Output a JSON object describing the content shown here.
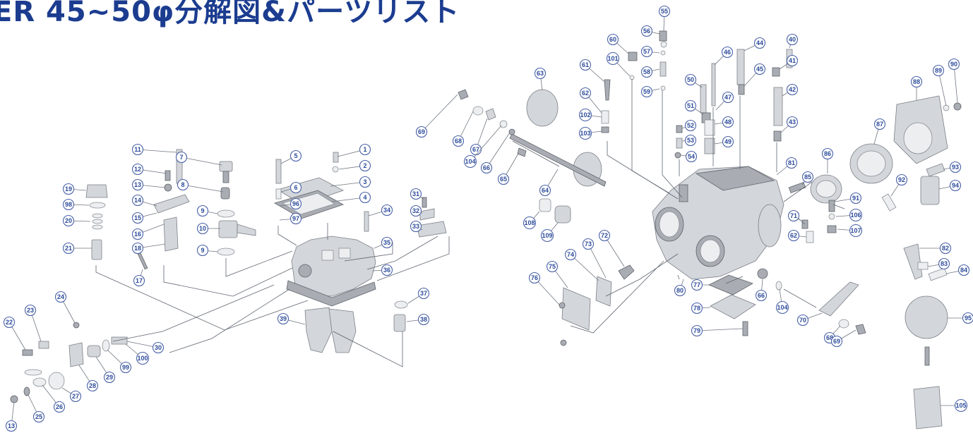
{
  "title": "ER 45~50φ分解図&パーツリスト",
  "callouts": [
    {
      "id": "c1",
      "label": "1"
    },
    {
      "id": "c2",
      "label": "2"
    },
    {
      "id": "c3",
      "label": "3"
    },
    {
      "id": "c4",
      "label": "4"
    },
    {
      "id": "c5",
      "label": "5"
    },
    {
      "id": "c6",
      "label": "6"
    },
    {
      "id": "c7",
      "label": "7"
    },
    {
      "id": "c8",
      "label": "8"
    },
    {
      "id": "c9a",
      "label": "9"
    },
    {
      "id": "c9b",
      "label": "9"
    },
    {
      "id": "c10",
      "label": "10"
    },
    {
      "id": "c11",
      "label": "11"
    },
    {
      "id": "c12",
      "label": "12"
    },
    {
      "id": "c13a",
      "label": "13"
    },
    {
      "id": "c13b",
      "label": "13"
    },
    {
      "id": "c14",
      "label": "14"
    },
    {
      "id": "c15",
      "label": "15"
    },
    {
      "id": "c16",
      "label": "16"
    },
    {
      "id": "c17",
      "label": "17"
    },
    {
      "id": "c18",
      "label": "18"
    },
    {
      "id": "c19",
      "label": "19"
    },
    {
      "id": "c20",
      "label": "20"
    },
    {
      "id": "c21",
      "label": "21"
    },
    {
      "id": "c22",
      "label": "22"
    },
    {
      "id": "c23",
      "label": "23"
    },
    {
      "id": "c24",
      "label": "24"
    },
    {
      "id": "c25",
      "label": "25"
    },
    {
      "id": "c26",
      "label": "26"
    },
    {
      "id": "c27",
      "label": "27"
    },
    {
      "id": "c28",
      "label": "28"
    },
    {
      "id": "c29",
      "label": "29"
    },
    {
      "id": "c30",
      "label": "30"
    },
    {
      "id": "c31",
      "label": "31"
    },
    {
      "id": "c32",
      "label": "32"
    },
    {
      "id": "c33",
      "label": "33"
    },
    {
      "id": "c34",
      "label": "34"
    },
    {
      "id": "c35",
      "label": "35"
    },
    {
      "id": "c36",
      "label": "36"
    },
    {
      "id": "c37",
      "label": "37"
    },
    {
      "id": "c38",
      "label": "38"
    },
    {
      "id": "c39",
      "label": "39"
    },
    {
      "id": "c40",
      "label": "40"
    },
    {
      "id": "c41",
      "label": "41"
    },
    {
      "id": "c42",
      "label": "42"
    },
    {
      "id": "c43",
      "label": "43"
    },
    {
      "id": "c44",
      "label": "44"
    },
    {
      "id": "c45",
      "label": "45"
    },
    {
      "id": "c46",
      "label": "46"
    },
    {
      "id": "c47",
      "label": "47"
    },
    {
      "id": "c48",
      "label": "48"
    },
    {
      "id": "c49",
      "label": "49"
    },
    {
      "id": "c50",
      "label": "50"
    },
    {
      "id": "c51",
      "label": "51"
    },
    {
      "id": "c52",
      "label": "52"
    },
    {
      "id": "c53",
      "label": "53"
    },
    {
      "id": "c54",
      "label": "54"
    },
    {
      "id": "c55",
      "label": "55"
    },
    {
      "id": "c56",
      "label": "56"
    },
    {
      "id": "c57",
      "label": "57"
    },
    {
      "id": "c58",
      "label": "58"
    },
    {
      "id": "c59",
      "label": "59"
    },
    {
      "id": "c60",
      "label": "60"
    },
    {
      "id": "c61",
      "label": "61"
    },
    {
      "id": "c62a",
      "label": "62"
    },
    {
      "id": "c62b",
      "label": "62"
    },
    {
      "id": "c63",
      "label": "63"
    },
    {
      "id": "c64",
      "label": "64"
    },
    {
      "id": "c65",
      "label": "65"
    },
    {
      "id": "c66a",
      "label": "66"
    },
    {
      "id": "c66b",
      "label": "66"
    },
    {
      "id": "c67",
      "label": "67"
    },
    {
      "id": "c68a",
      "label": "68"
    },
    {
      "id": "c68b",
      "label": "68"
    },
    {
      "id": "c69a",
      "label": "69"
    },
    {
      "id": "c69b",
      "label": "69"
    },
    {
      "id": "c70",
      "label": "70"
    },
    {
      "id": "c71",
      "label": "71"
    },
    {
      "id": "c72",
      "label": "72"
    },
    {
      "id": "c73",
      "label": "73"
    },
    {
      "id": "c74",
      "label": "74"
    },
    {
      "id": "c75",
      "label": "75"
    },
    {
      "id": "c76",
      "label": "76"
    },
    {
      "id": "c77",
      "label": "77"
    },
    {
      "id": "c78",
      "label": "78"
    },
    {
      "id": "c79",
      "label": "79"
    },
    {
      "id": "c80",
      "label": "80"
    },
    {
      "id": "c81",
      "label": "81"
    },
    {
      "id": "c82",
      "label": "82"
    },
    {
      "id": "c83",
      "label": "83"
    },
    {
      "id": "c84",
      "label": "84"
    },
    {
      "id": "c85",
      "label": "85"
    },
    {
      "id": "c86",
      "label": "86"
    },
    {
      "id": "c87",
      "label": "87"
    },
    {
      "id": "c88",
      "label": "88"
    },
    {
      "id": "c89",
      "label": "89"
    },
    {
      "id": "c90",
      "label": "90"
    },
    {
      "id": "c91",
      "label": "91"
    },
    {
      "id": "c92",
      "label": "92"
    },
    {
      "id": "c93",
      "label": "93"
    },
    {
      "id": "c94",
      "label": "94"
    },
    {
      "id": "c95",
      "label": "95"
    },
    {
      "id": "c96",
      "label": "96"
    },
    {
      "id": "c97",
      "label": "97"
    },
    {
      "id": "c98",
      "label": "98"
    },
    {
      "id": "c99",
      "label": "99"
    },
    {
      "id": "c100",
      "label": "100"
    },
    {
      "id": "c101",
      "label": "101"
    },
    {
      "id": "c102",
      "label": "102"
    },
    {
      "id": "c103",
      "label": "103"
    },
    {
      "id": "c104a",
      "label": "104"
    },
    {
      "id": "c104b",
      "label": "104"
    },
    {
      "id": "c105",
      "label": "105"
    },
    {
      "id": "c106",
      "label": "106"
    },
    {
      "id": "c107",
      "label": "107"
    },
    {
      "id": "c108",
      "label": "108"
    },
    {
      "id": "c109",
      "label": "109"
    }
  ]
}
